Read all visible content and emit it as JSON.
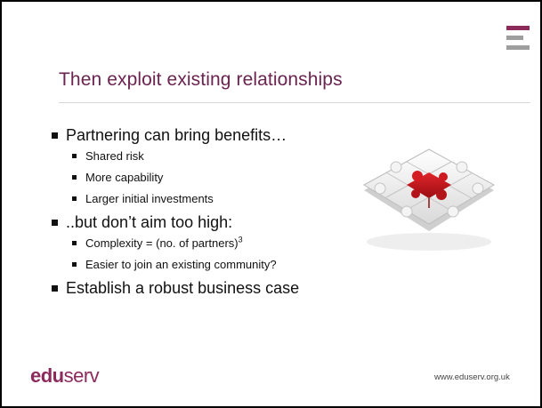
{
  "slide": {
    "title": "Then exploit existing relationships",
    "bullets": [
      {
        "text": "Partnering can bring benefits…",
        "sub": [
          "Shared risk",
          "More capability",
          "Larger initial investments"
        ]
      },
      {
        "text": "..but don’t aim too high:",
        "sub": [
          "Complexity = (no. of partners)",
          "Easier to join an existing community?"
        ],
        "superscript": "3"
      },
      {
        "text": "Establish a robust business case",
        "sub": []
      }
    ],
    "footer": {
      "logo_part1": "edu",
      "logo_part2": "serv",
      "url": "www.eduserv.org.uk"
    },
    "image": {
      "icon": "puzzle-pieces-icon",
      "accent_color": "#c8161c"
    }
  },
  "colors": {
    "title": "#6b2350",
    "brand": "#8c2a5c",
    "text": "#111111"
  }
}
